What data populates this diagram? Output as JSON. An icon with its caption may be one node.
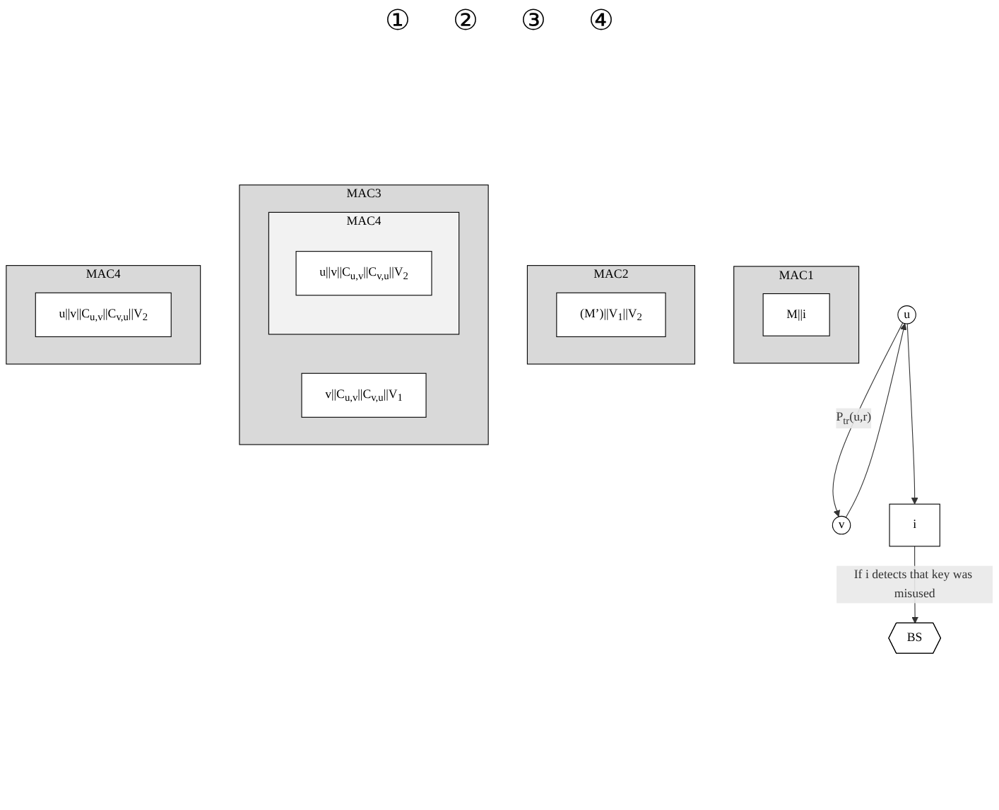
{
  "diagram": {
    "nodes": [
      {
        "text": [
          "MAC1"
        ]
      },
      {
        "text": [
          "M||i"
        ],
        "in": 0
      },
      {
        "text": [
          "u"
        ]
      },
      {
        "text": [
          "v"
        ]
      },
      {
        "text": [
          "MAC2"
        ]
      },
      {
        "text": [
          "(M’)||V$_{1}$||V$_{2}$"
        ],
        "in": 4
      },
      {
        "text": [
          "MAC3"
        ]
      },
      {
        "text": [
          "v||C$_{u,v}$||C$_{v,u}$||V$_{1}$"
        ],
        "in": 6
      },
      {
        "text": [
          "MAC4"
        ],
        "in": 6
      },
      {
        "text": [
          "u||v||C$_{u,v}$||C$_{v,u}$||V$_{2}$"
        ],
        "in": 8
      },
      {
        "text": [
          "i"
        ]
      },
      {
        "text": [
          "BS"
        ]
      },
      {
        "text": [
          "MAC4"
        ]
      },
      {
        "text": [
          "u||v||C$_{u,v}$||C$_{v,u}$||V$_{2}$"
        ],
        "in": 12
      }
    ],
    "edges": [
      {
        "from": 2,
        "to": 3,
        "arrow": "to",
        "label": "P$_{tr}$(u,r)"
      },
      {
        "from": 3,
        "to": 2,
        "arrow": "to"
      },
      {
        "from": 2,
        "to": 10,
        "arrow": "to"
      },
      {
        "from": 10,
        "to": 11,
        "arrow": "to",
        "label": "If i detects that key was misused"
      }
    ],
    "labels": [
      "①",
      "②",
      "③",
      "④"
    ]
  }
}
